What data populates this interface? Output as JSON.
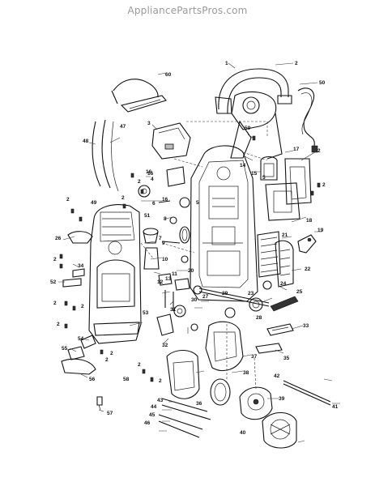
{
  "header": {
    "site_name": "AppliancePartsPros.com"
  },
  "callouts": [
    {
      "n": "1"
    },
    {
      "n": "2"
    },
    {
      "n": "3"
    },
    {
      "n": "4"
    },
    {
      "n": "5"
    },
    {
      "n": "6"
    },
    {
      "n": "7"
    },
    {
      "n": "8"
    },
    {
      "n": "9"
    },
    {
      "n": "10"
    },
    {
      "n": "11"
    },
    {
      "n": "12"
    },
    {
      "n": "13"
    },
    {
      "n": "14"
    },
    {
      "n": "15"
    },
    {
      "n": "16"
    },
    {
      "n": "17"
    },
    {
      "n": "18"
    },
    {
      "n": "19"
    },
    {
      "n": "20"
    },
    {
      "n": "21"
    },
    {
      "n": "22"
    },
    {
      "n": "23"
    },
    {
      "n": "24"
    },
    {
      "n": "25"
    },
    {
      "n": "26"
    },
    {
      "n": "27"
    },
    {
      "n": "28"
    },
    {
      "n": "29"
    },
    {
      "n": "30"
    },
    {
      "n": "31"
    },
    {
      "n": "32"
    },
    {
      "n": "33"
    },
    {
      "n": "34"
    },
    {
      "n": "35"
    },
    {
      "n": "36"
    },
    {
      "n": "37"
    },
    {
      "n": "38"
    },
    {
      "n": "39"
    },
    {
      "n": "40"
    },
    {
      "n": "41"
    },
    {
      "n": "42"
    },
    {
      "n": "43"
    },
    {
      "n": "44"
    },
    {
      "n": "45"
    },
    {
      "n": "46"
    },
    {
      "n": "47"
    },
    {
      "n": "48"
    },
    {
      "n": "49"
    },
    {
      "n": "50"
    },
    {
      "n": "51"
    },
    {
      "n": "52"
    },
    {
      "n": "53"
    },
    {
      "n": "54"
    },
    {
      "n": "55"
    },
    {
      "n": "56"
    },
    {
      "n": "57"
    },
    {
      "n": "58"
    },
    {
      "n": "59"
    },
    {
      "n": "60"
    },
    {
      "n": "2"
    },
    {
      "n": "2"
    },
    {
      "n": "2"
    },
    {
      "n": "2"
    },
    {
      "n": "2"
    },
    {
      "n": "2"
    },
    {
      "n": "2"
    },
    {
      "n": "2"
    },
    {
      "n": "2"
    },
    {
      "n": "2"
    },
    {
      "n": "16"
    },
    {
      "n": "16"
    },
    {
      "n": "5"
    },
    {
      "n": "2"
    },
    {
      "n": "2"
    },
    {
      "n": "2"
    }
  ]
}
